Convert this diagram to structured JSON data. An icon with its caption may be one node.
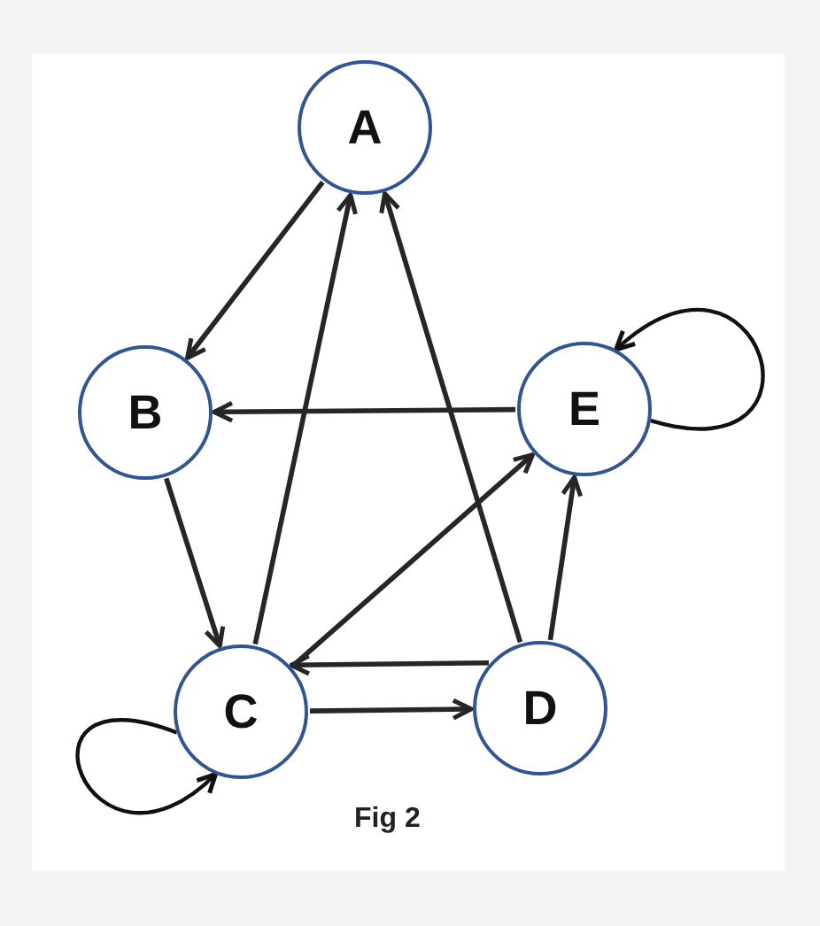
{
  "diagram": {
    "caption": "Fig 2",
    "nodes": [
      {
        "text": [
          "A"
        ]
      },
      {
        "text": [
          "B"
        ]
      },
      {
        "text": [
          "E"
        ]
      },
      {
        "text": [
          "C"
        ]
      },
      {
        "text": [
          "D"
        ]
      }
    ],
    "edges": [
      {
        "from": 0,
        "to": 1,
        "arrow": "to"
      },
      {
        "from": 3,
        "to": 0,
        "arrow": "to"
      },
      {
        "from": 4,
        "to": 0,
        "arrow": "to"
      },
      {
        "from": 2,
        "to": 1,
        "arrow": "to"
      },
      {
        "from": 1,
        "to": 3,
        "arrow": "to"
      },
      {
        "from": 3,
        "to": 2,
        "arrow": "to"
      },
      {
        "from": 4,
        "to": 2,
        "arrow": "to"
      },
      {
        "from": 3,
        "to": 4,
        "arrow": "to"
      },
      {
        "from": 4,
        "to": 3,
        "arrow": "to"
      },
      {
        "from": 2,
        "to": 2,
        "arrow": "to"
      },
      {
        "from": 3,
        "to": 3,
        "arrow": "to"
      }
    ]
  }
}
